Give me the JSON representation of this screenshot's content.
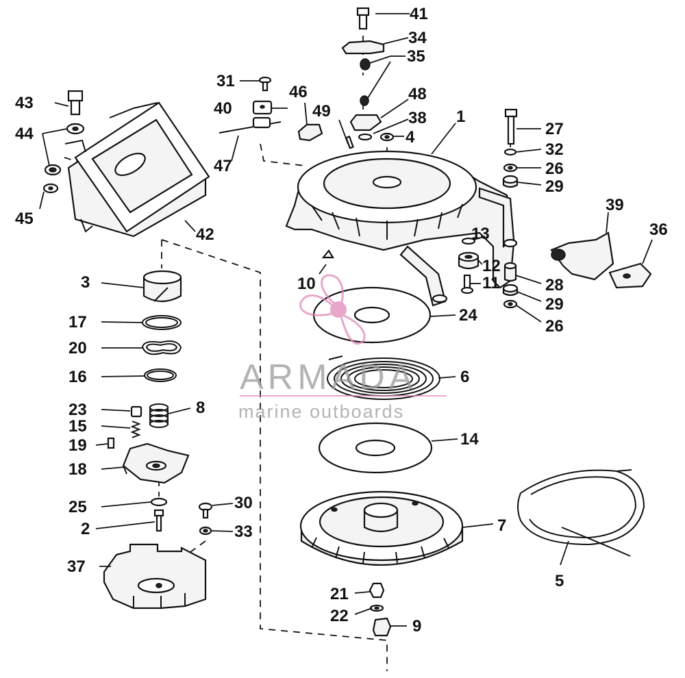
{
  "labels": {
    "p1": "1",
    "p2": "2",
    "p3": "3",
    "p4": "4",
    "p5": "5",
    "p6": "6",
    "p7": "7",
    "p8": "8",
    "p9": "9",
    "p10": "10",
    "p11": "11",
    "p12": "12",
    "p13": "13",
    "p14": "14",
    "p15": "15",
    "p16": "16",
    "p17": "17",
    "p19": "19",
    "p18": "18",
    "p20": "20",
    "p21": "21",
    "p22": "22",
    "p23": "23",
    "p24": "24",
    "p25": "25",
    "p26a": "26",
    "p26b": "26",
    "p27": "27",
    "p28": "28",
    "p29a": "29",
    "p29b": "29",
    "p30": "30",
    "p31": "31",
    "p32": "32",
    "p33": "33",
    "p34": "34",
    "p35": "35",
    "p36": "36",
    "p37": "37",
    "p38": "38",
    "p39": "39",
    "p40": "40",
    "p41": "41",
    "p42": "42",
    "p43": "43",
    "p44": "44",
    "p45": "45",
    "p46": "46",
    "p47": "47",
    "p48": "48",
    "p49": "49"
  },
  "watermark": {
    "brand": "ARMADA",
    "tagline": "marine outboards",
    "accent_color": "#e08ab8"
  }
}
